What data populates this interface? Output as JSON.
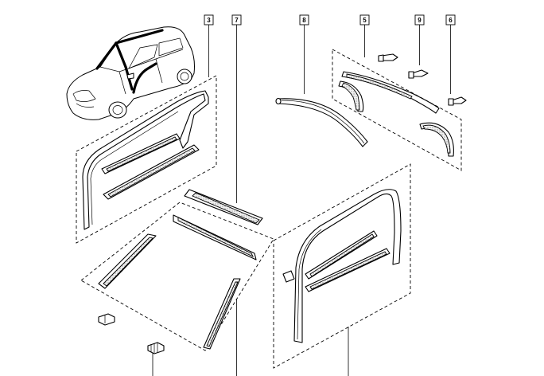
{
  "diagram": {
    "callouts": [
      {
        "id": "c3",
        "label": "3"
      },
      {
        "id": "c7",
        "label": "7"
      },
      {
        "id": "c8",
        "label": "8"
      },
      {
        "id": "c5",
        "label": "5"
      },
      {
        "id": "c9",
        "label": "9"
      },
      {
        "id": "c6",
        "label": "6"
      }
    ]
  }
}
